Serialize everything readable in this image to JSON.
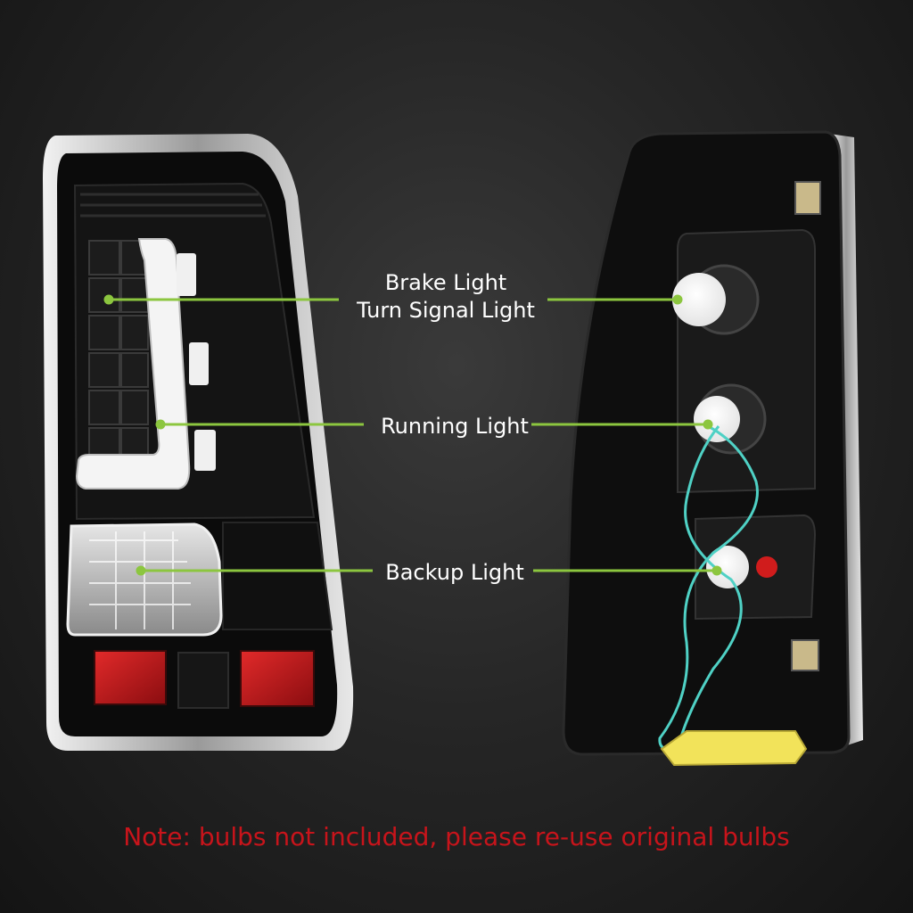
{
  "labels": {
    "brake": "Brake Light",
    "turn_signal": "Turn Signal Light",
    "running": "Running Light",
    "backup": "Backup Light"
  },
  "note": "Note: bulbs not included, please re-use original bulbs",
  "colors": {
    "pointer_line": "#8cc63f",
    "note_text": "#c8141b",
    "housing": "#0b0b0b",
    "chrome": "#cfcfcf",
    "wire": "#4fd1c5",
    "gasket": "#f2e35a",
    "reflector": "#c4161c"
  }
}
